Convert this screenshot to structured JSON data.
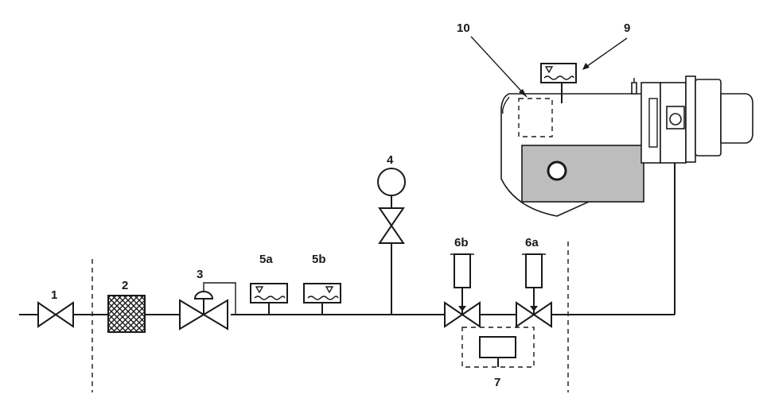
{
  "labels": {
    "l1": "1",
    "l2": "2",
    "l3": "3",
    "l4": "4",
    "l5a": "5a",
    "l5b": "5b",
    "l6a": "6a",
    "l6b": "6b",
    "l7": "7",
    "l9": "9",
    "l10": "10"
  },
  "colors": {
    "line": "#1a1a1a",
    "burner_body": "#bdbdbd",
    "background": "#ffffff"
  }
}
